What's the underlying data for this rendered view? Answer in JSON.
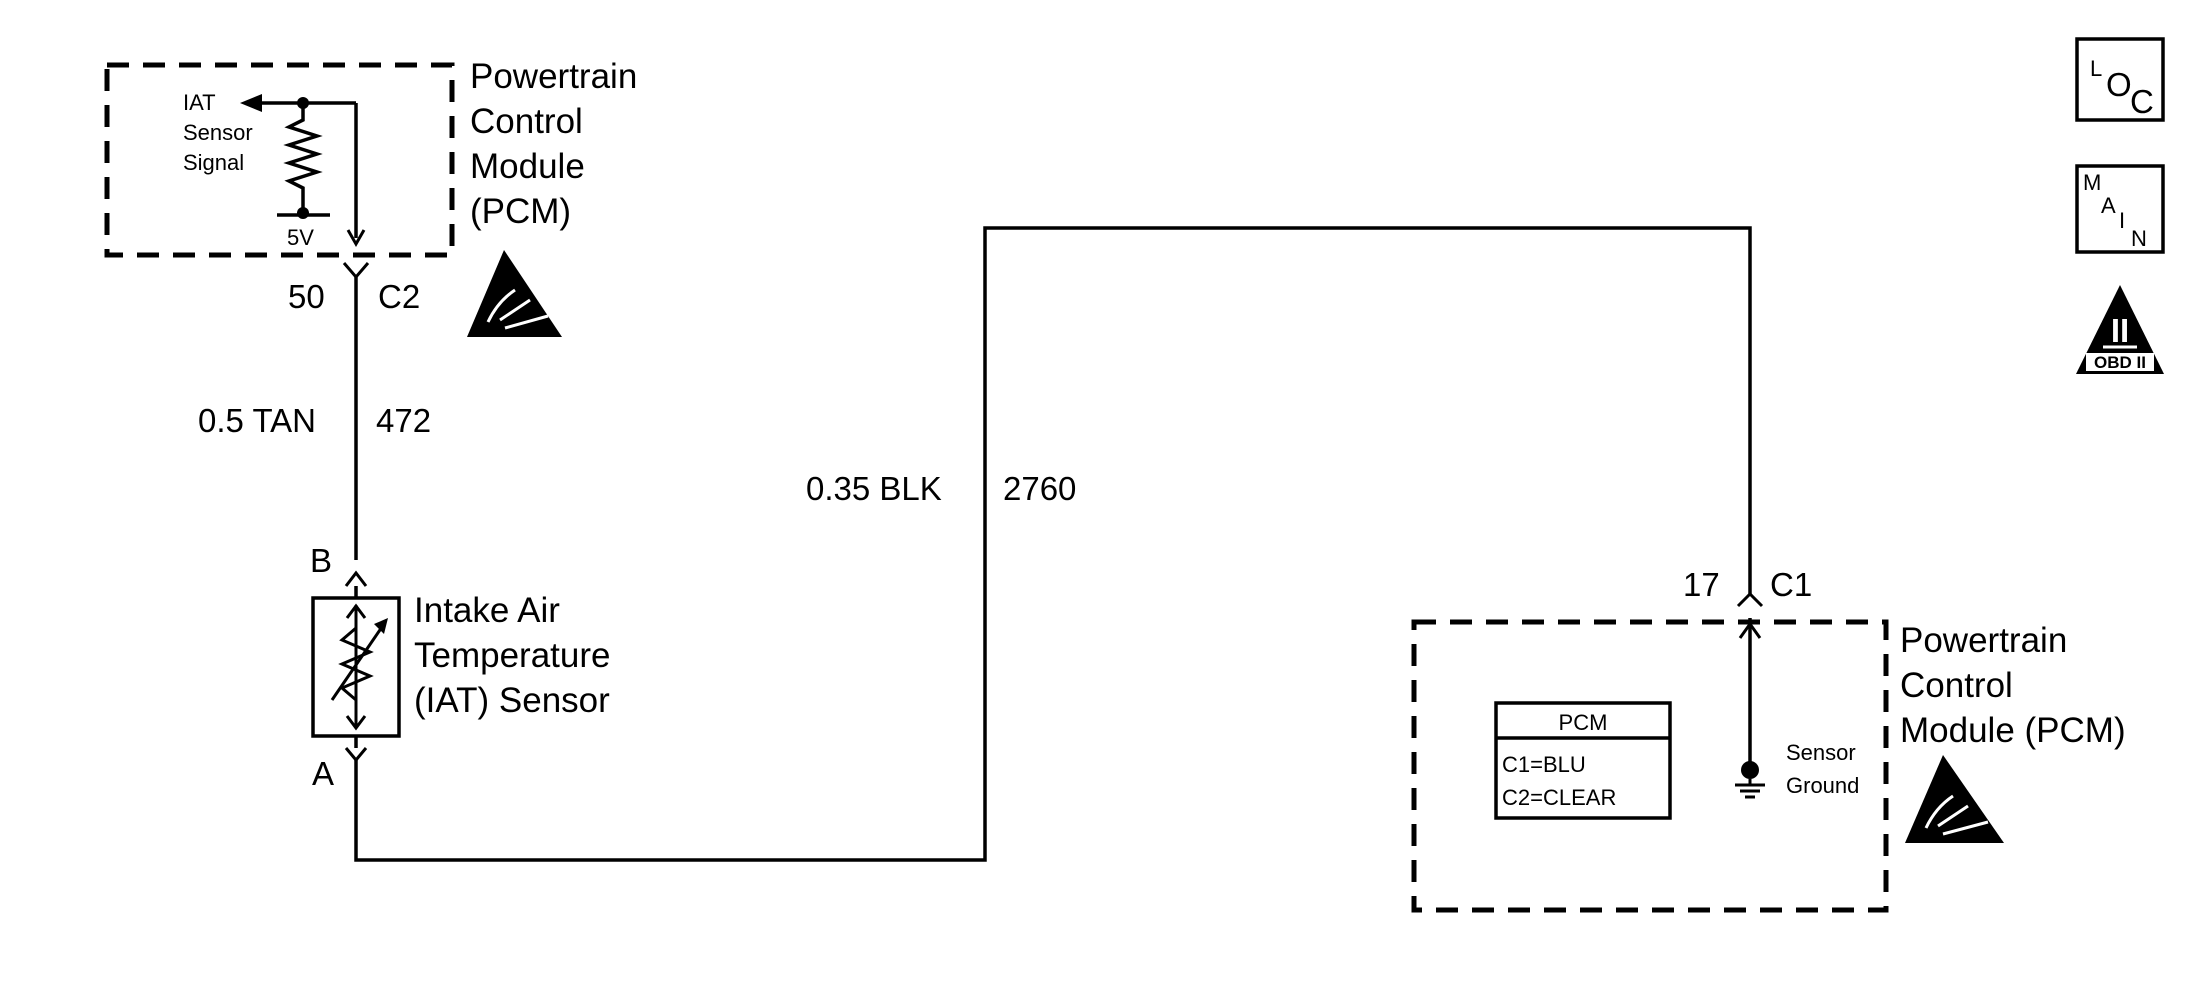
{
  "pcm_top": {
    "title_line1": "Powertrain",
    "title_line2": "Control",
    "title_line3": "Module",
    "title_line4": "(PCM)",
    "signal_line1": "IAT",
    "signal_line2": "Sensor",
    "signal_line3": "Signal",
    "voltage": "5V",
    "pin": "50",
    "connector": "C2"
  },
  "wire_472": {
    "gauge_color": "0.5 TAN",
    "circuit": "472"
  },
  "wire_2760": {
    "gauge_color": "0.35 BLK",
    "circuit": "2760"
  },
  "iat_sensor": {
    "pin_b": "B",
    "pin_a": "A",
    "name_line1": "Intake Air",
    "name_line2": "Temperature",
    "name_line3": "(IAT) Sensor"
  },
  "pcm_bottom": {
    "pin": "17",
    "connector": "C1",
    "title_line1": "Powertrain",
    "title_line2": "Control",
    "title_line3": "Module (PCM)",
    "ground_line1": "Sensor",
    "ground_line2": "Ground",
    "legend_header": "PCM",
    "legend_c1": "C1=BLU",
    "legend_c2": "C2=CLEAR"
  },
  "side_icons": {
    "loc_l": "L",
    "loc_o": "O",
    "loc_c": "C",
    "main_m": "M",
    "main_a": "A",
    "main_i": "I",
    "main_n": "N",
    "obd_numeral": "II",
    "obd_label": "OBD II"
  }
}
